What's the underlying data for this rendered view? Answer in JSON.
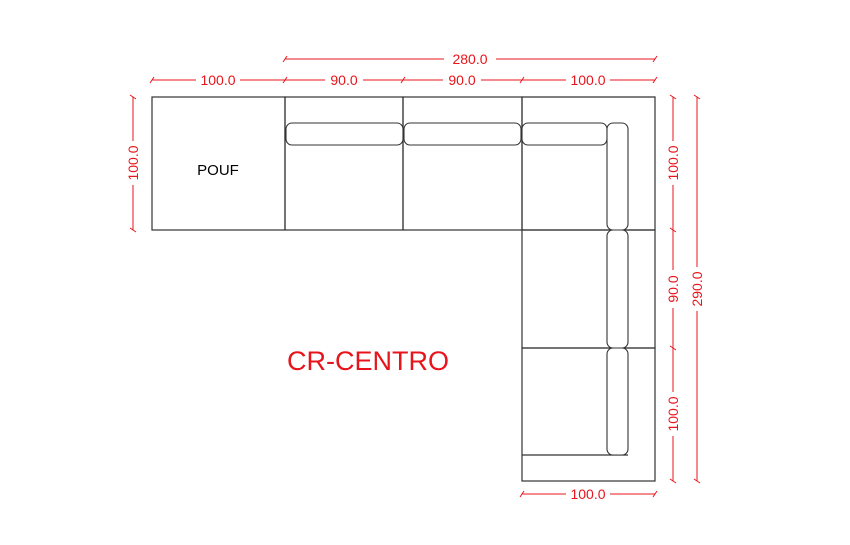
{
  "title": "CR-CENTRO",
  "pouf_label": "POUF",
  "dimensions": {
    "top_total": "280.0",
    "top_segments": [
      "100.0",
      "90.0",
      "90.0",
      "100.0"
    ],
    "left_depth": "100.0",
    "right_segments": [
      "100.0",
      "90.0",
      "100.0"
    ],
    "right_total": "290.0",
    "bottom_width": "100.0"
  },
  "colors": {
    "dimension": "#e8141b",
    "outline": "#333333"
  }
}
